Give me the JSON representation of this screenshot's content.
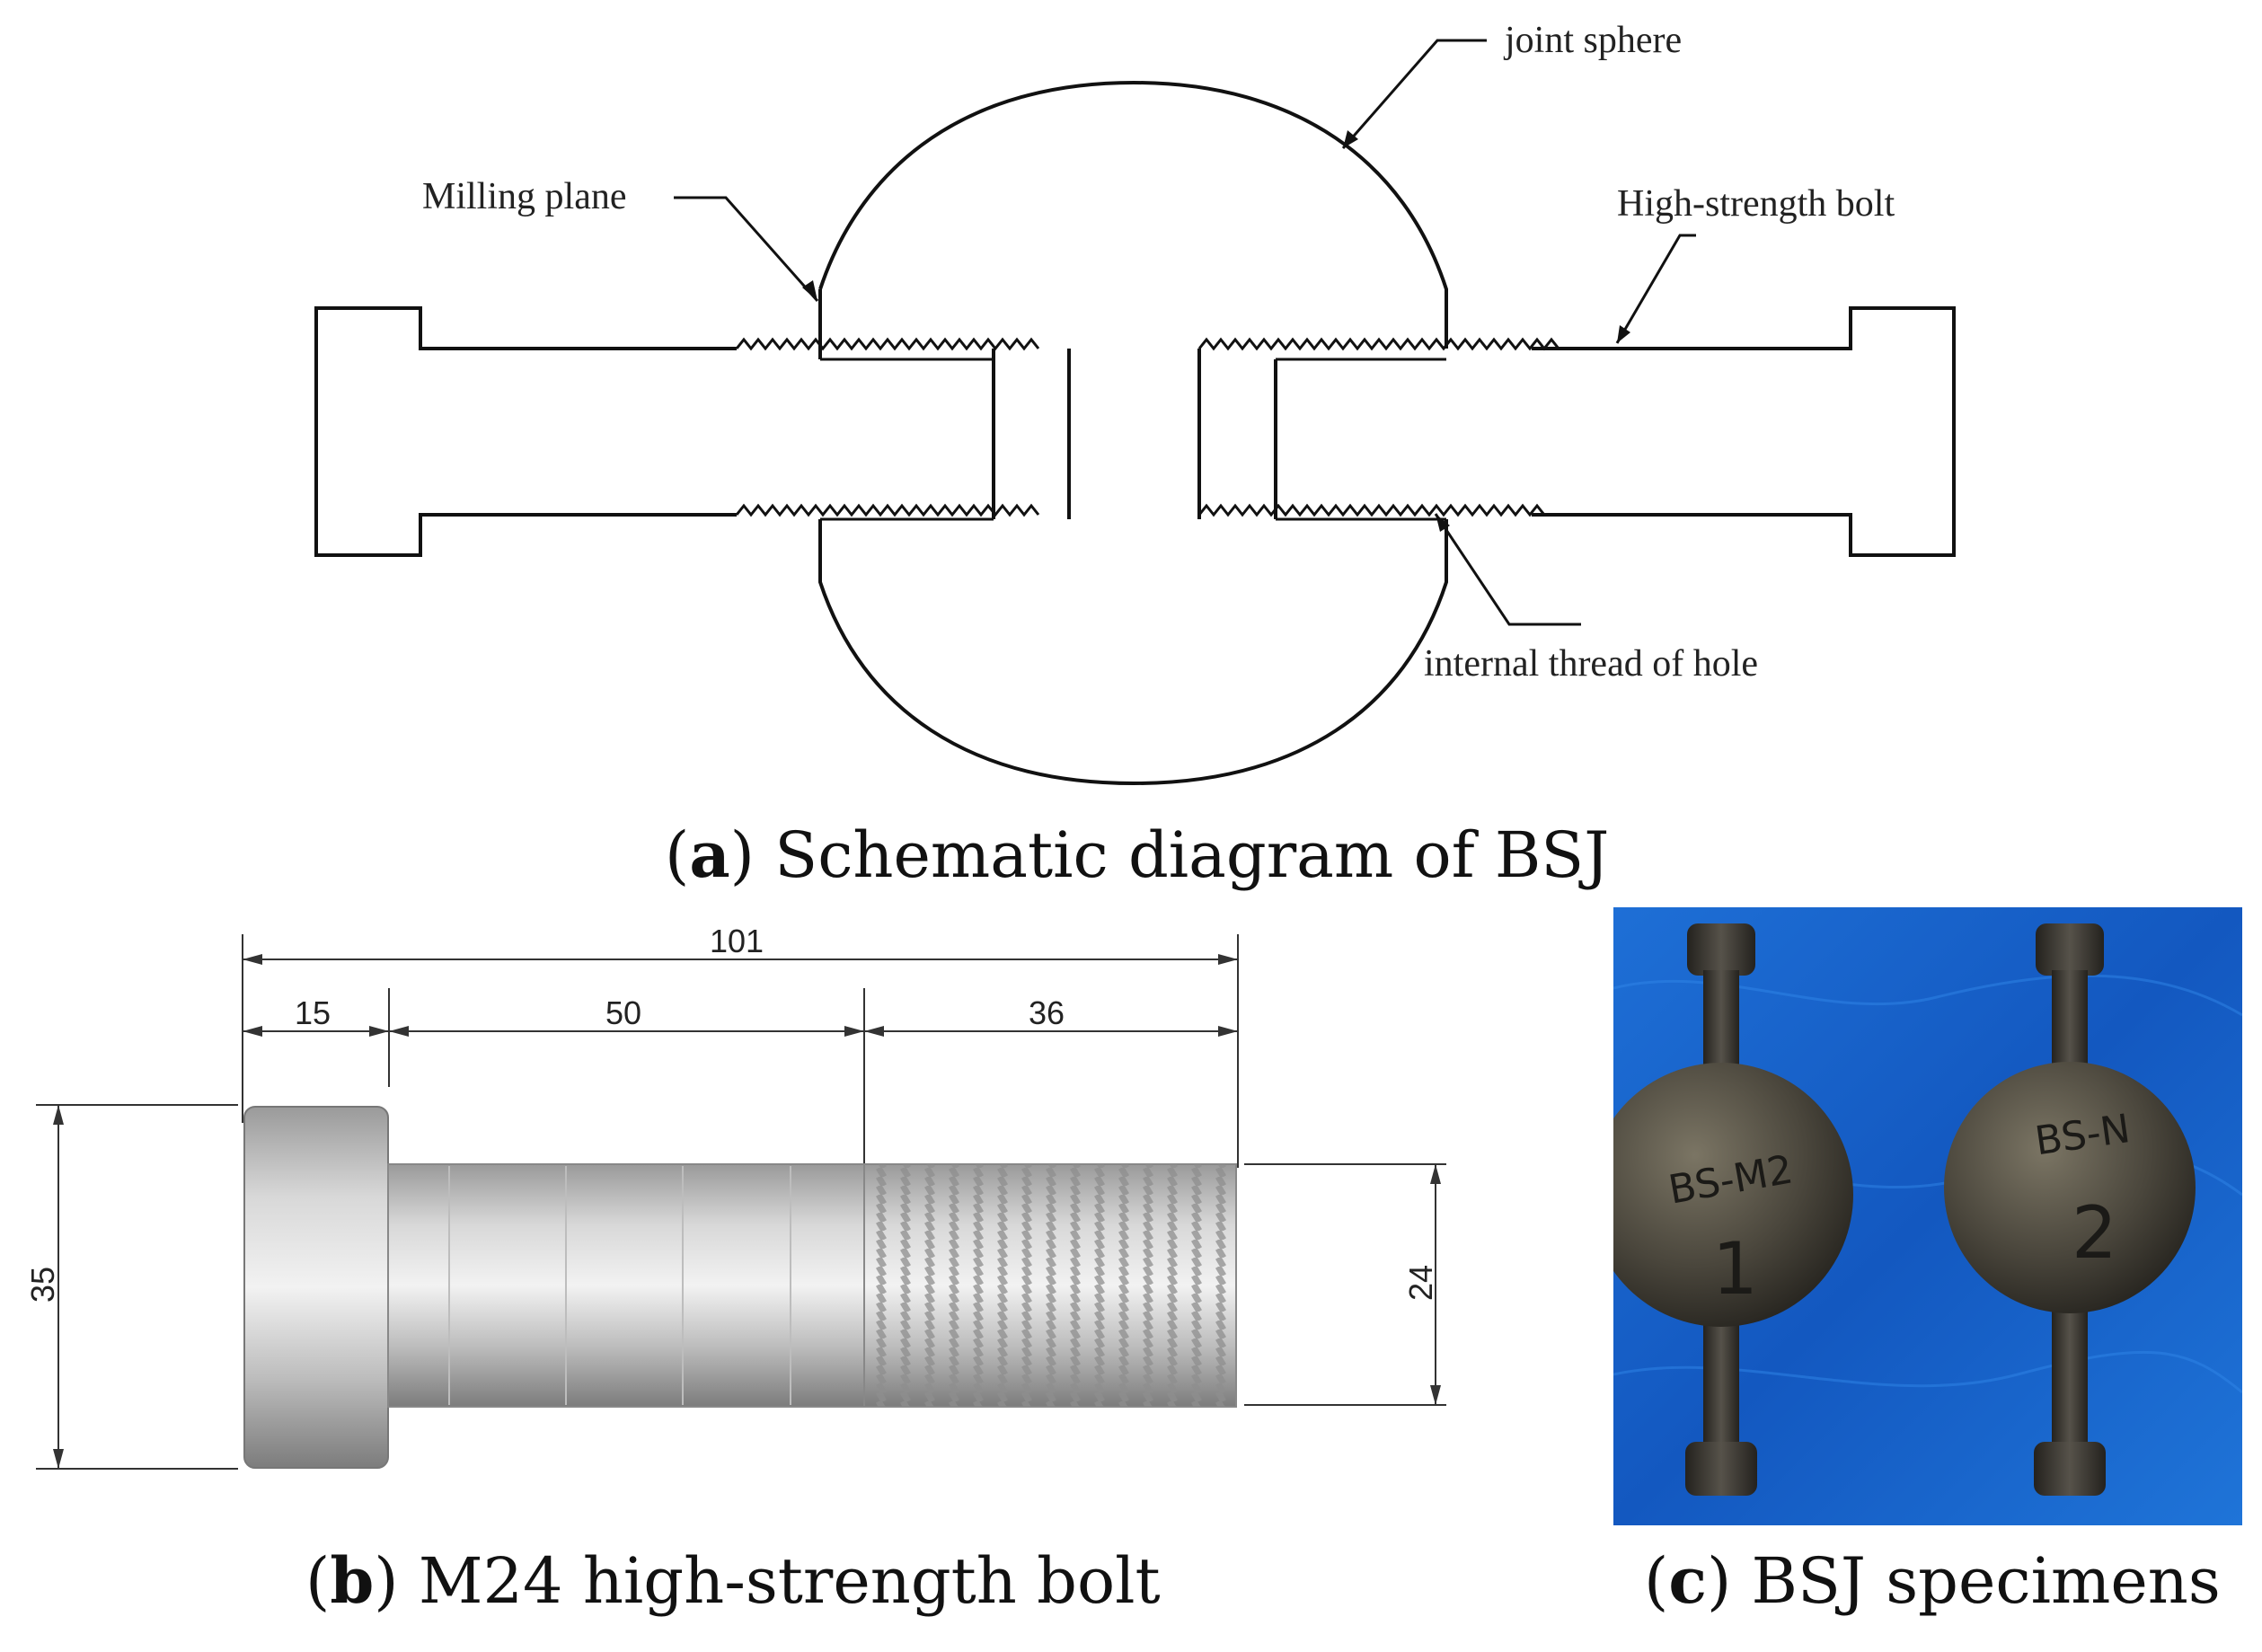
{
  "panel_a": {
    "labels": {
      "joint_sphere": "joint sphere",
      "milling_plane": "Milling plane",
      "high_strength_bolt": "High-strength bolt",
      "internal_thread": "internal thread of hole"
    },
    "caption_letter": "a",
    "caption_text": "Schematic diagram of BSJ"
  },
  "panel_b": {
    "dims": {
      "total": "101",
      "head": "15",
      "shank": "50",
      "thread": "36",
      "head_dia": "35",
      "bolt_dia": "24"
    },
    "caption_letter": "b",
    "caption_text": "M24 high-strength bolt"
  },
  "panel_c": {
    "caption_letter": "c",
    "caption_text": "BSJ specimens",
    "specimen_1_text": "BS-M2",
    "specimen_1_num": "1",
    "specimen_2_text": "BS-N",
    "specimen_2_num": "2"
  },
  "colors": {
    "line": "#111111",
    "tarp_blue": "#1560c8",
    "steel": "#3d3b35"
  }
}
